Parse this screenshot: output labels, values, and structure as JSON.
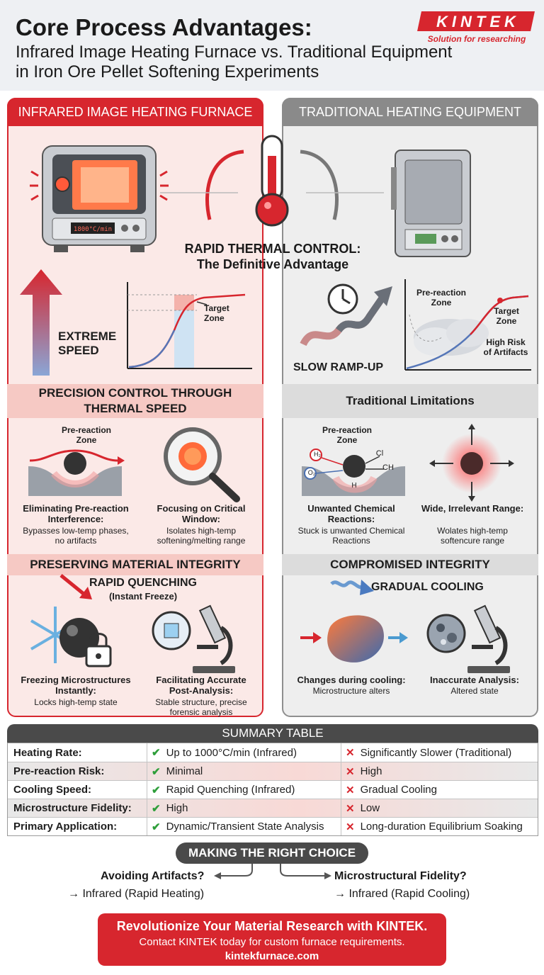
{
  "header": {
    "title": "Core Process Advantages:",
    "subtitle": "Infrared Image Heating Furnace vs. Traditional Equipment in Iron Ore Pellet Softening Experiments",
    "logo_text": "KINTEK",
    "logo_tagline": "Solution for researching"
  },
  "center": {
    "title_line1": "RAPID THERMAL CONTROL:",
    "title_line2": "The Definitive Advantage"
  },
  "left": {
    "heading": "INFRARED IMAGE HEATING FURNACE",
    "furnace_display": "1800°C/min",
    "speed_label_1": "EXTREME",
    "speed_label_2": "SPEED",
    "target_zone_1": "Target",
    "target_zone_2": "Zone",
    "section1_title": "PRECISION CONTROL THROUGH THERMAL SPEED",
    "pre_reaction_1": "Pre-reaction",
    "pre_reaction_2": "Zone",
    "item1_title": "Eliminating Pre-reaction Interference:",
    "item1_desc": "Bypasses low-temp phases, no artifacts",
    "item2_title": "Focusing on Critical Window:",
    "item2_desc": "Isolates high-temp softening/melting range",
    "section2_title": "PRESERVING MATERIAL INTEGRITY",
    "quench_title": "RAPID QUENCHING",
    "quench_sub": "(Instant Freeze)",
    "item3_title": "Freezing Microstructures Instantly:",
    "item3_desc": "Locks high-temp state",
    "item4_title": "Facilitating Accurate Post-Analysis:",
    "item4_desc": "Stable structure, precise forensic analysis"
  },
  "right": {
    "heading": "TRADITIONAL HEATING EQUIPMENT",
    "slow_label": "SLOW RAMP-UP",
    "pre_reaction_1": "Pre-reaction",
    "pre_reaction_2": "Zone",
    "target_zone_1": "Target",
    "target_zone_2": "Zone",
    "risk_1": "High Risk",
    "risk_2": "of Artifacts",
    "section1_title": "Traditional Limitations",
    "pre_reaction_b1": "Pre-reaction",
    "pre_reaction_b2": "Zone",
    "mol_h2": "H₂",
    "mol_cl": "Cl",
    "mol_ch": "CH",
    "mol_o2": "O₂",
    "mol_h": "H",
    "item1_title": "Unwanted Chemical Reactions:",
    "item1_desc": "Stuck is unwanted Chemical Reactions",
    "item2_title": "Wide, Irrelevant Range:",
    "item2_desc": "Wolates high-temp softencure range",
    "section2_title": "COMPROMISED INTEGRITY",
    "cooling_title": "GRADUAL COOLING",
    "item3_title": "Changes during cooling:",
    "item3_desc": "Microstructure alters",
    "item4_title": "Inaccurate Analysis:",
    "item4_desc": "Altered state"
  },
  "summary": {
    "title": "SUMMARY TABLE",
    "rows": [
      {
        "label": "Heating Rate:",
        "infrared": "Up to 1000°C/min (Infrared)",
        "traditional": "Significantly Slower (Traditional)"
      },
      {
        "label": "Pre-reaction Risk:",
        "infrared": "Minimal",
        "traditional": "High"
      },
      {
        "label": "Cooling Speed:",
        "infrared": "Rapid Quenching (Infrared)",
        "traditional": "Gradual Cooling"
      },
      {
        "label": "Microstructure Fidelity:",
        "infrared": "High",
        "traditional": "Low"
      },
      {
        "label": "Primary Application:",
        "infrared": "Dynamic/Transient State Analysis",
        "traditional": "Long-duration Equilibrium Soaking"
      }
    ]
  },
  "decision": {
    "title": "MAKING THE RIGHT CHOICE",
    "q1": "Avoiding Artifacts?",
    "a1": "→ Infrared (Rapid Heating)",
    "q2": "Microstructural Fidelity?",
    "a2": "→ Infrared (Rapid Cooling)"
  },
  "cta": {
    "line1": "Revolutionize Your Material Research with KINTEK.",
    "line2": "Contact KINTEK today for custom furnace requirements.",
    "line3": "kintekfurnace.com"
  },
  "colors": {
    "brand_red": "#d7262e",
    "panel_grey": "#8a8a8a",
    "check_green": "#2e9e3a",
    "dark_grey": "#4a4a4a"
  }
}
